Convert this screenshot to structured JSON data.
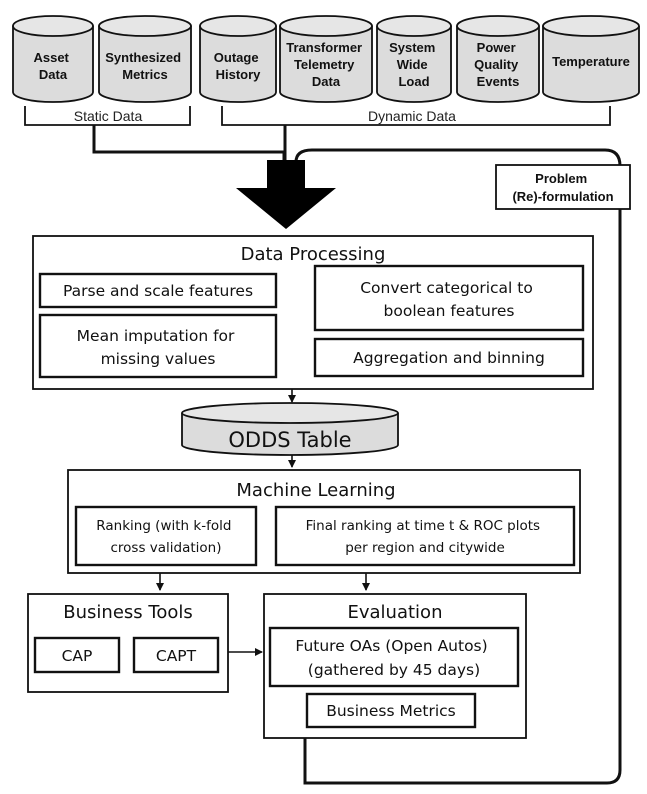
{
  "sources": {
    "static": [
      {
        "lines": [
          "Asset",
          "Data"
        ]
      },
      {
        "lines": [
          "Synthesized",
          "Metrics"
        ]
      }
    ],
    "dynamic": [
      {
        "lines": [
          "Outage",
          "History"
        ]
      },
      {
        "lines": [
          "Transformer",
          "Telemetry",
          "Data"
        ]
      },
      {
        "lines": [
          "System",
          "Wide",
          "Load"
        ]
      },
      {
        "lines": [
          "Power",
          "Quality",
          "Events"
        ]
      },
      {
        "lines": [
          "Temperature"
        ]
      }
    ],
    "static_label": "Static Data",
    "dynamic_label": "Dynamic  Data"
  },
  "problem_reformulation": {
    "lines": [
      "Problem",
      "(Re)-formulation"
    ]
  },
  "data_processing": {
    "title": "Data Processing",
    "parse": "Parse and scale features",
    "mean_impute": [
      "Mean imputation for",
      "missing values"
    ],
    "convert": [
      "Convert categorical to",
      "boolean features"
    ],
    "aggregation": "Aggregation and binning"
  },
  "odds_table": "ODDS Table",
  "machine_learning": {
    "title": "Machine Learning",
    "ranking": [
      "Ranking (with k-fold",
      "cross validation)"
    ],
    "final_ranking": [
      "Final ranking at time t & ROC plots",
      "per region and citywide"
    ]
  },
  "business_tools": {
    "title": "Business Tools",
    "cap": "CAP",
    "capt": "CAPT"
  },
  "evaluation": {
    "title": "Evaluation",
    "future": [
      "Future OAs (Open Autos)",
      "(gathered by 45 days)"
    ],
    "metrics": "Business Metrics"
  }
}
